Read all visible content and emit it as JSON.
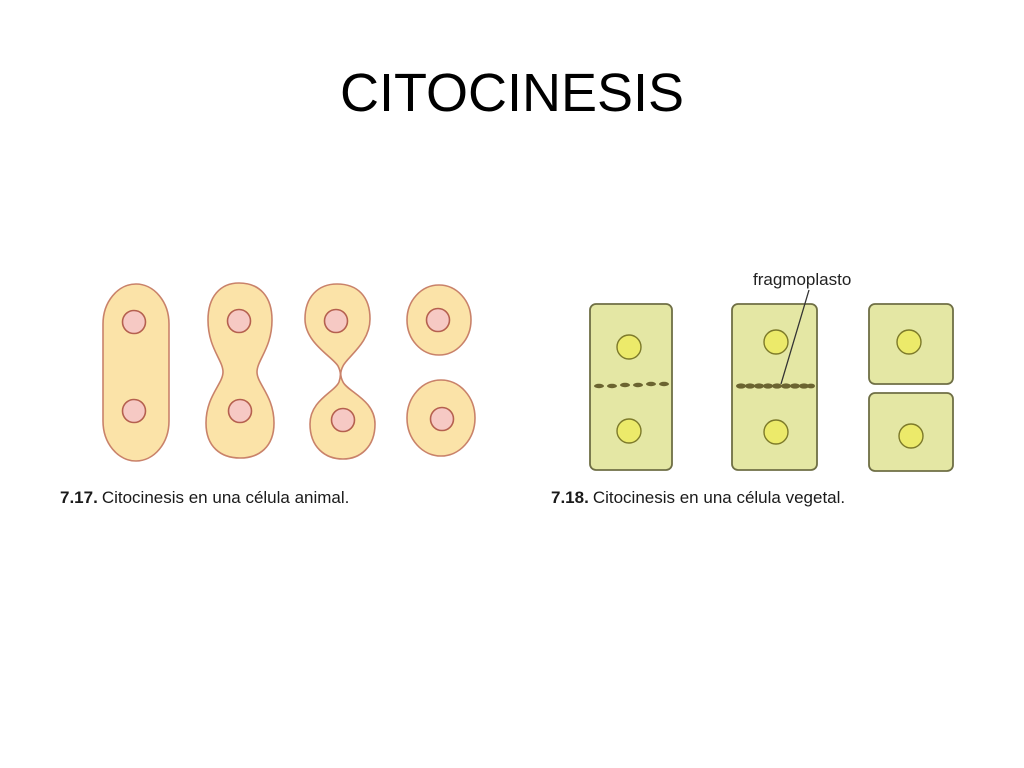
{
  "title": "CITOCINESIS",
  "figure_animal": {
    "number": "7.17.",
    "caption": "Citocinesis en una célula animal."
  },
  "figure_plant": {
    "number": "7.18.",
    "caption": "Citocinesis en una célula vegetal.",
    "label": "fragmoplasto"
  },
  "colors": {
    "animal_fill": "#fbe3a8",
    "animal_outline": "#c9826a",
    "animal_nucleus": "#f6c9c4",
    "animal_nucleus_outline": "#b5604f",
    "plant_fill": "#e4e7a4",
    "plant_outline": "#6f6f45",
    "plant_nucleus": "#ecea6a",
    "plant_nucleus_outline": "#7d7a2a",
    "phragmoplast": "#6b6430"
  }
}
